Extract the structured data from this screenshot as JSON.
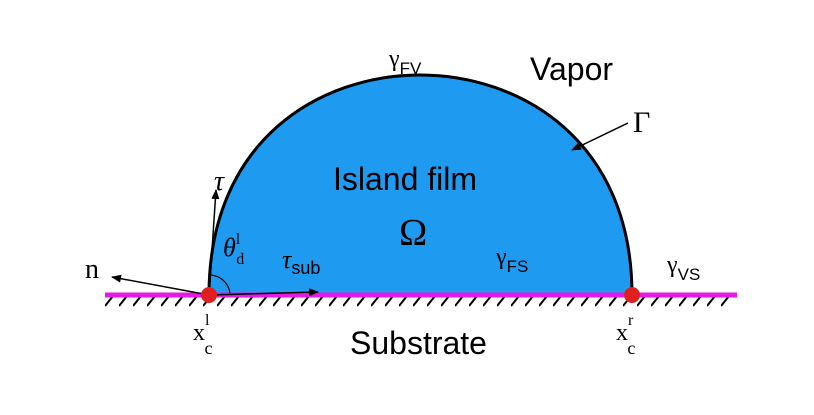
{
  "labels": {
    "gamma": "γ",
    "gamma_fv_sub": "FV",
    "gamma_fs_sub": "FS",
    "gamma_vs_sub": "VS",
    "vapor": "Vapor",
    "curve_gamma": "Γ",
    "island_film": "Island film",
    "omega": "Ω",
    "tau": "τ",
    "tau_sub": "sub",
    "theta": "θ",
    "theta_sup": "l",
    "theta_sub": "d",
    "normal": "n",
    "substrate": "Substrate",
    "x": "x",
    "xl_sup": "l",
    "xl_sub": "c",
    "xr_sup": "r",
    "xr_sub": "c"
  },
  "colors": {
    "film": "#1E9BF0",
    "substrate_line": "#E61AE6",
    "contact_point": "#E02020",
    "outline": "#000000"
  }
}
